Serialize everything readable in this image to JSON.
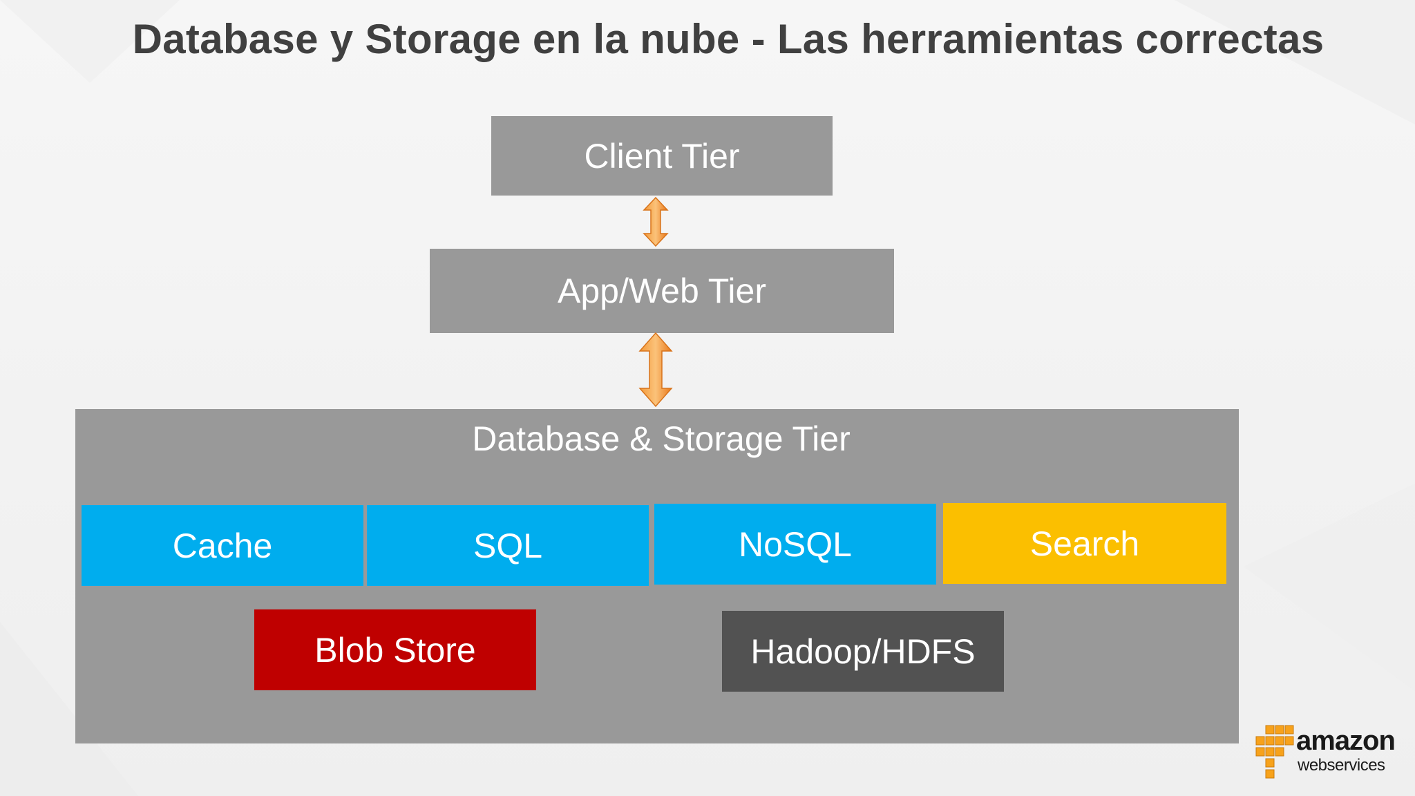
{
  "slide": {
    "title": "Database y Storage en la nube - Las herramientas correctas"
  },
  "diagram": {
    "client_tier": "Client Tier",
    "app_tier": "App/Web Tier",
    "db_tier": {
      "label": "Database & Storage Tier",
      "components": {
        "cache": "Cache",
        "sql": "SQL",
        "nosql": "NoSQL",
        "search": "Search",
        "blob_store": "Blob Store",
        "hadoop": "Hadoop/HDFS"
      }
    },
    "colors": {
      "tier_gray": "#999999",
      "blue": "#00adee",
      "search_yellow": "#fbbf00",
      "blob_red": "#bf0000",
      "hadoop_dark": "#525252",
      "arrow_orange": "#f7941d"
    }
  },
  "logo": {
    "line1": "amazon",
    "line2": "webservices"
  }
}
